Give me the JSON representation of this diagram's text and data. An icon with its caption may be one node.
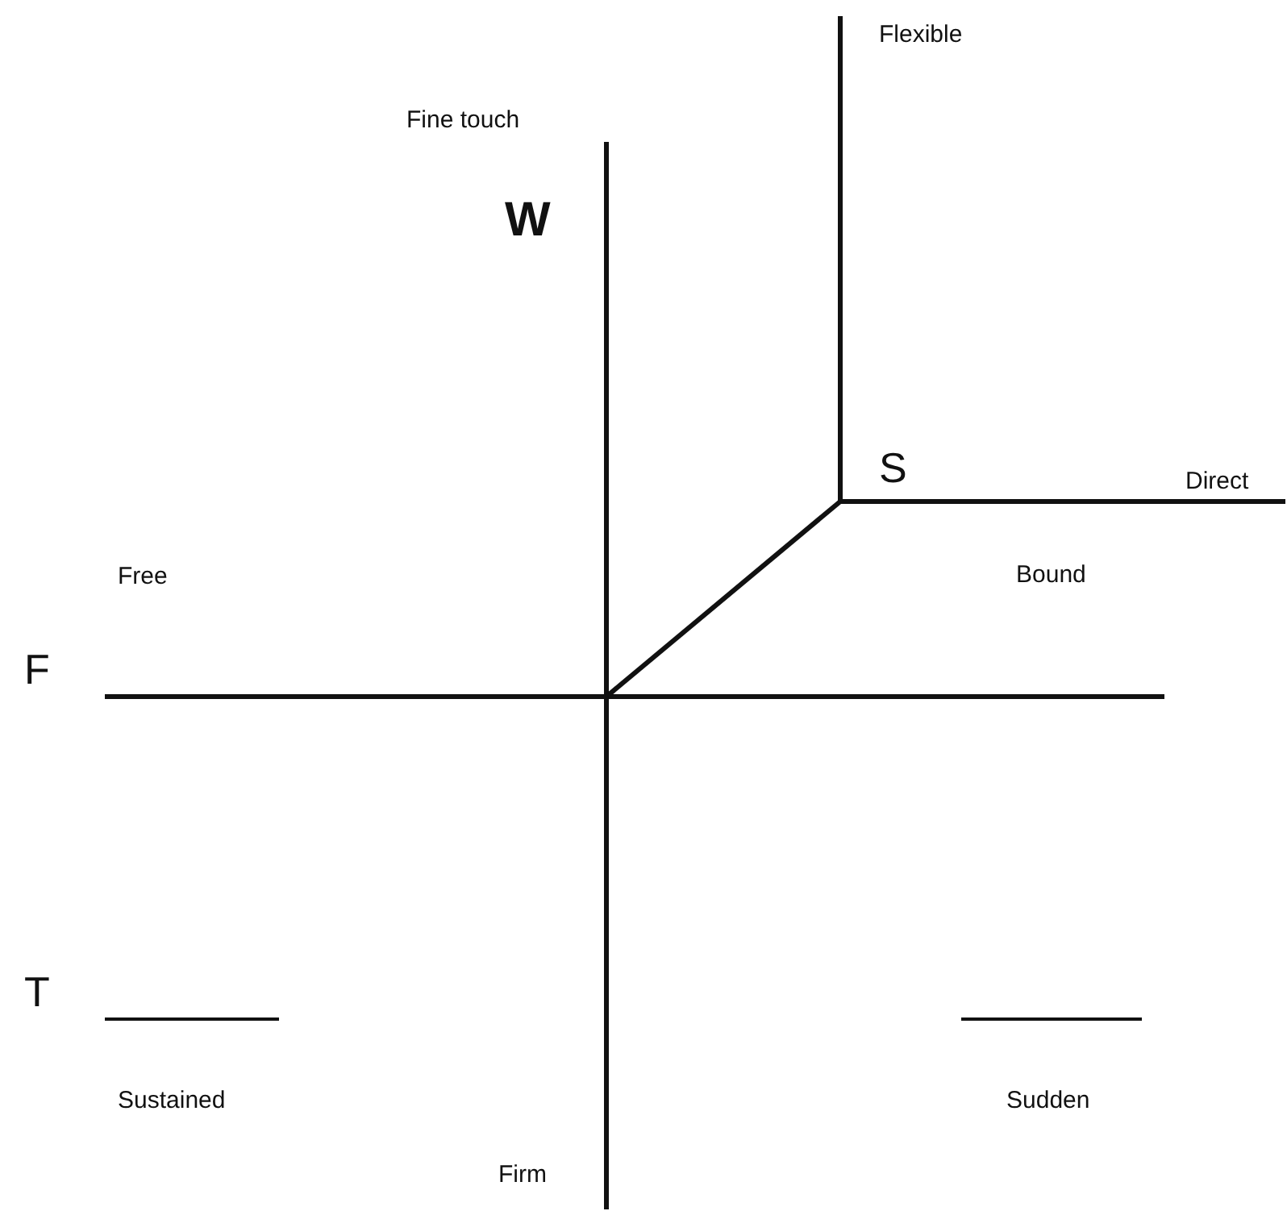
{
  "diagram": {
    "labels": [
      "Flexible",
      "Fine touch",
      "W",
      "S",
      "Direct",
      "Free",
      "Bound",
      "F",
      "T",
      "Sustained",
      "Sudden",
      "Firm"
    ]
  }
}
